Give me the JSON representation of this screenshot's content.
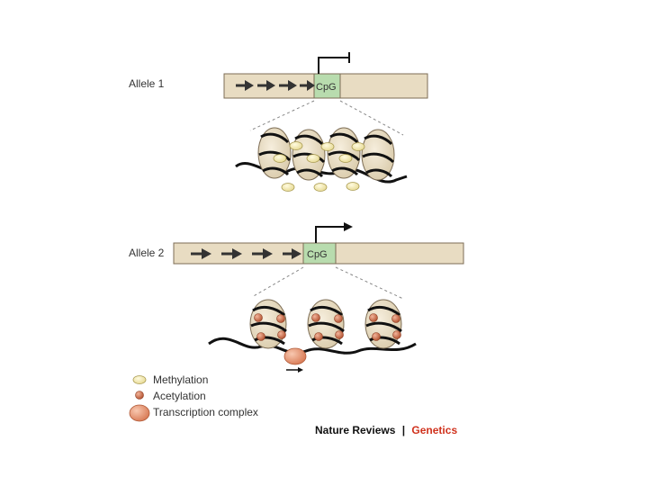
{
  "alleles": [
    {
      "label": "Allele 1",
      "region_label": "CpG",
      "state": "silenced"
    },
    {
      "label": "Allele 2",
      "region_label": "CpG",
      "state": "active"
    }
  ],
  "legend": [
    {
      "label": "Methylation",
      "icon": "methylation-icon"
    },
    {
      "label": "Acetylation",
      "icon": "acetylation-icon"
    },
    {
      "label": "Transcription complex",
      "icon": "transcription-complex-icon"
    }
  ],
  "credit": {
    "journal": "Nature Reviews",
    "separator": "|",
    "section": "Genetics"
  },
  "colors": {
    "chromosome": "#e8dcc2",
    "chromosome_stroke": "#7d6d55",
    "cpg": "#b8dcae",
    "arrow": "#333333",
    "methylation": "#f4ecb8",
    "acetylation": "#c76545",
    "transcription_complex": "#e89a78",
    "brand_accent": "#d0321d"
  }
}
